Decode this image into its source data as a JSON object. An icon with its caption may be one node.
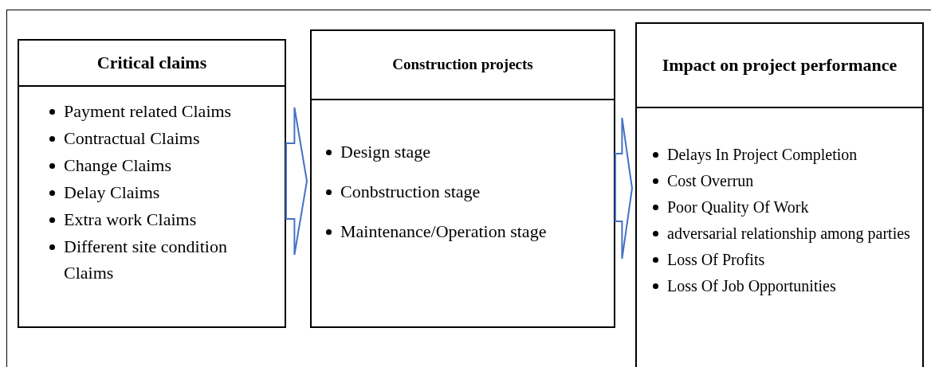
{
  "diagram": {
    "nodes": [
      {
        "text": [
          "Critical claims",
          "Payment related Claims",
          "Contractual Claims",
          "Change Claims",
          "Delay Claims",
          "Extra work Claims",
          "Different site condition Claims"
        ]
      },
      {
        "text": [
          "Construction projects",
          "Design stage",
          "Conbstruction stage",
          "Maintenance/Operation stage"
        ]
      },
      {
        "text": [
          "Impact on project performance",
          "Delays In Project Completion",
          "Cost Overrun",
          "Poor Quality Of Work",
          "adversarial relationship among parties",
          "Loss Of Profits",
          "Loss Of Job Opportunities"
        ]
      }
    ],
    "edges": [
      {
        "from": 0,
        "to": 1,
        "arrow": "to",
        "color": "#4472c4"
      },
      {
        "from": 1,
        "to": 2,
        "arrow": "to",
        "color": "#4472c4"
      }
    ]
  }
}
